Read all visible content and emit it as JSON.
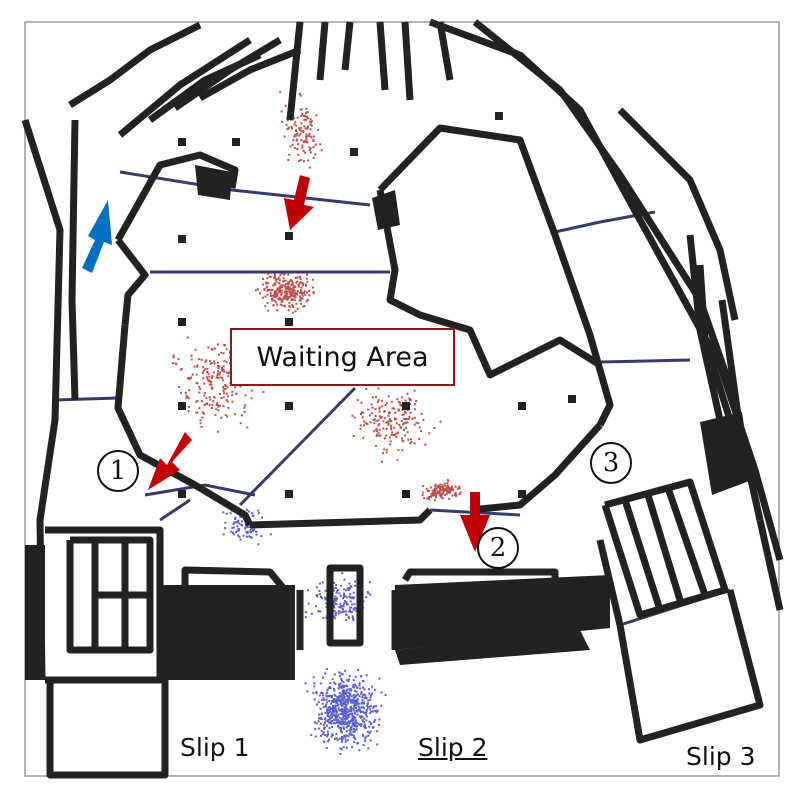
{
  "labels": {
    "waiting_area": "Waiting Area",
    "slip1": "Slip 1",
    "slip2": "Slip 2",
    "slip3": "Slip 3"
  },
  "markers": [
    "1",
    "2",
    "3"
  ],
  "colors": {
    "walls": "#222222",
    "waiting_passengers": "#c0504d",
    "exiting_passengers": "#5b5fd0",
    "arrow_inbound": "#c00000",
    "arrow_outbound": "#0070c0",
    "label_box_border": "#8b1a1a"
  },
  "icons": {
    "inbound_arrow": "arrow-down-red",
    "outbound_arrow": "arrow-up-blue"
  }
}
